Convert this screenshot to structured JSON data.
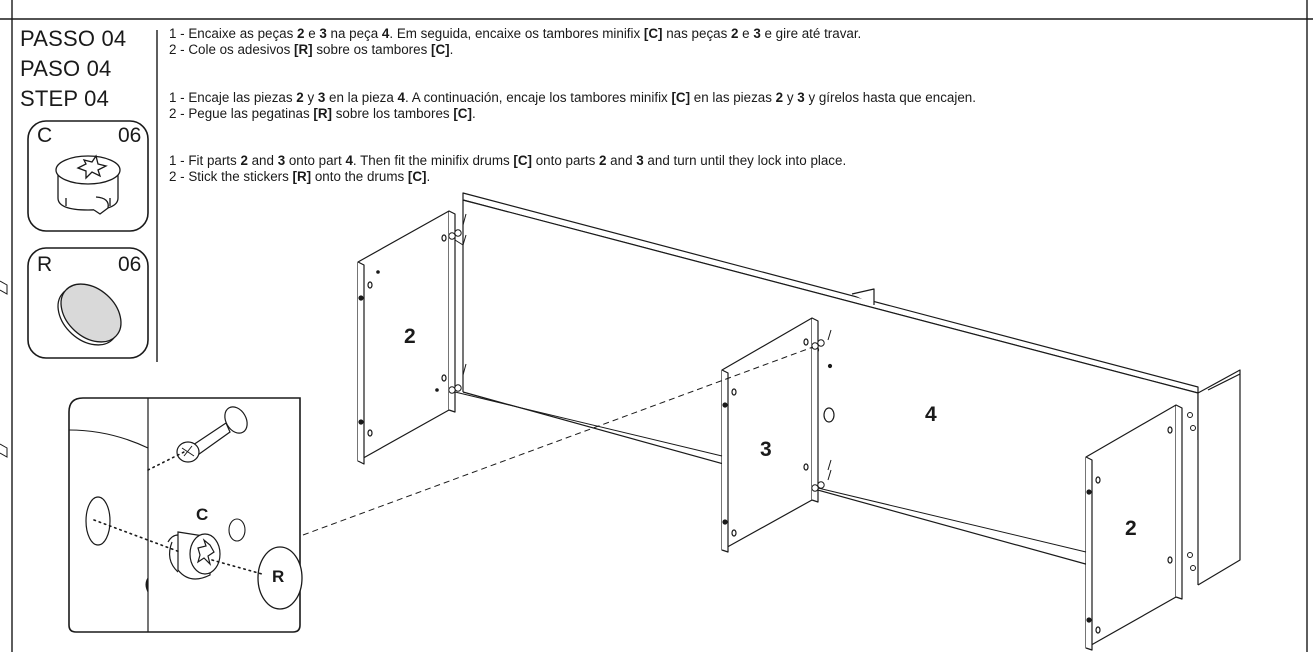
{
  "step_titles": [
    "PASSO 04",
    "PASO 04",
    "STEP 04"
  ],
  "instructions": {
    "pt": [
      [
        [
          "1 - Encaixe as peças ",
          false
        ],
        [
          "2",
          true
        ],
        [
          " e ",
          false
        ],
        [
          "3",
          true
        ],
        [
          " na peça ",
          false
        ],
        [
          "4",
          true
        ],
        [
          ". Em seguida, encaixe os tambores minifix ",
          false
        ],
        [
          "[C]",
          true
        ],
        [
          " nas peças ",
          false
        ],
        [
          "2",
          true
        ],
        [
          " e ",
          false
        ],
        [
          "3",
          true
        ],
        [
          " e gire até travar.",
          false
        ]
      ],
      [
        [
          "2 - Cole os adesivos ",
          false
        ],
        [
          "[R]",
          true
        ],
        [
          " sobre os tambores ",
          false
        ],
        [
          "[C]",
          true
        ],
        [
          ".",
          false
        ]
      ]
    ],
    "es": [
      [
        [
          "1 - Encaje las piezas ",
          false
        ],
        [
          "2",
          true
        ],
        [
          " y ",
          false
        ],
        [
          "3",
          true
        ],
        [
          " en la pieza ",
          false
        ],
        [
          "4",
          true
        ],
        [
          ". A continuación, encaje los tambores minifix ",
          false
        ],
        [
          "[C]",
          true
        ],
        [
          " en las piezas ",
          false
        ],
        [
          "2",
          true
        ],
        [
          " y ",
          false
        ],
        [
          "3",
          true
        ],
        [
          " y gírelos hasta que encajen.",
          false
        ]
      ],
      [
        [
          "2 - Pegue las pegatinas ",
          false
        ],
        [
          "[R]",
          true
        ],
        [
          " sobre los tambores ",
          false
        ],
        [
          "[C]",
          true
        ],
        [
          ".",
          false
        ]
      ]
    ],
    "en": [
      [
        [
          "1 - Fit parts ",
          false
        ],
        [
          "2",
          true
        ],
        [
          " and ",
          false
        ],
        [
          "3",
          true
        ],
        [
          " onto part ",
          false
        ],
        [
          "4",
          true
        ],
        [
          ". Then fit the minifix drums ",
          false
        ],
        [
          "[C]",
          true
        ],
        [
          " onto parts ",
          false
        ],
        [
          "2",
          true
        ],
        [
          " and ",
          false
        ],
        [
          "3",
          true
        ],
        [
          " and turn until they lock into place.",
          false
        ]
      ],
      [
        [
          "2 - Stick the stickers ",
          false
        ],
        [
          "[R]",
          true
        ],
        [
          " onto the drums ",
          false
        ],
        [
          "[C]",
          true
        ],
        [
          ".",
          false
        ]
      ]
    ]
  },
  "hardware": [
    {
      "letter": "C",
      "qty": "06",
      "icon": "minifix-drum-icon"
    },
    {
      "letter": "R",
      "qty": "06",
      "icon": "sticker-disc-icon"
    }
  ],
  "parts": {
    "left_side": "2",
    "middle_divider": "3",
    "back_panel": "4",
    "right_side": "2"
  },
  "detail": {
    "drum_label": "C",
    "sticker_label": "R"
  }
}
